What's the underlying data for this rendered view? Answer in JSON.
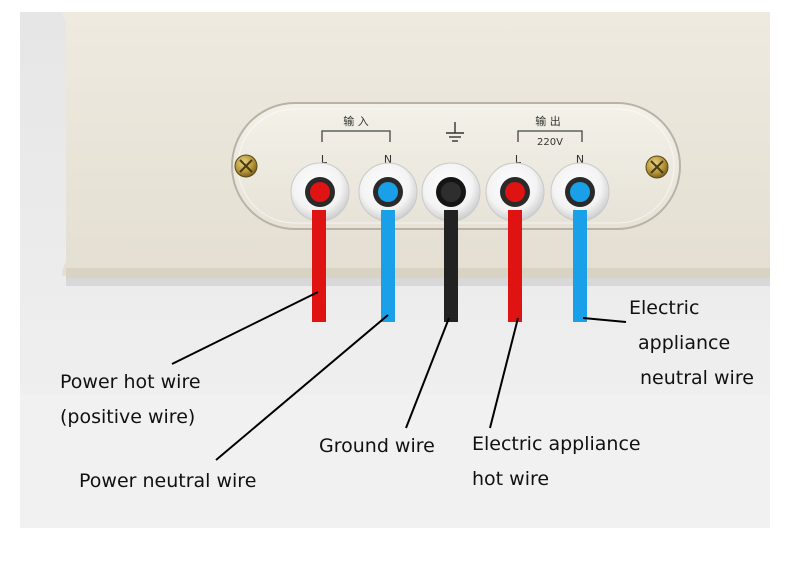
{
  "colors": {
    "hot_wire": "#e01313",
    "neutral_wire": "#1aa0e8",
    "ground_wire": "#222222",
    "enclosure": "#e9e4d8",
    "plate": "#efebe1"
  },
  "panel": {
    "input_group_label": "输 入",
    "output_group_label": "输 出",
    "output_voltage": "220V",
    "ground_symbol": "⏚",
    "terminals": [
      {
        "id": "input-l",
        "mark": "L",
        "wire": "hot"
      },
      {
        "id": "input-n",
        "mark": "N",
        "wire": "neutral"
      },
      {
        "id": "ground",
        "mark": "",
        "wire": "ground"
      },
      {
        "id": "output-l",
        "mark": "L",
        "wire": "hot"
      },
      {
        "id": "output-n",
        "mark": "N",
        "wire": "neutral"
      }
    ]
  },
  "labels": {
    "power_hot": {
      "line1": "Power hot wire",
      "line2": "(positive wire)"
    },
    "power_neutral": {
      "line1": "Power neutral wire"
    },
    "ground": {
      "line1": "Ground wire"
    },
    "appliance_hot": {
      "line1": "Electric appliance",
      "line2": "hot wire"
    },
    "appliance_neutral": {
      "line1": "Electric",
      "line2": "appliance",
      "line3": "neutral wire"
    }
  }
}
